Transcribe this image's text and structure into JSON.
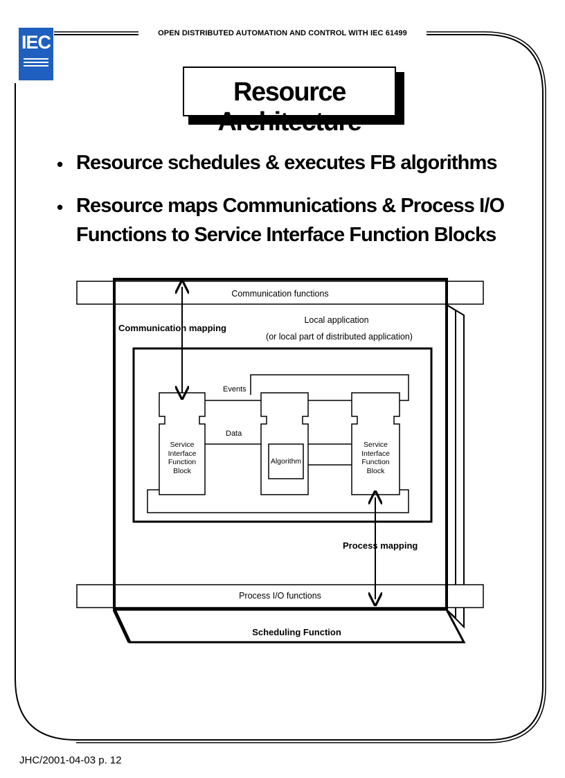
{
  "header": {
    "logo_text": "IEC",
    "title": "OPEN DISTRIBUTED AUTOMATION AND CONTROL WITH IEC 61499"
  },
  "slide": {
    "title": "Resource Architecture",
    "bullets": [
      {
        "marker": "•",
        "lines": [
          "Resource schedules & executes FB algorithms"
        ]
      },
      {
        "marker": "•",
        "lines": [
          "Resource maps Communications & Process I/O",
          "Functions to Service Interface Function Blocks"
        ]
      }
    ]
  },
  "diagram": {
    "communication_functions": "Communication  functions",
    "communication_mapping": "Communication  mapping",
    "local_application": "Local application",
    "local_application_sub": "(or local part of distributed application)",
    "events": "Events",
    "data": "Data",
    "sifb_left": [
      "Service",
      "Interface",
      "Function",
      "Block"
    ],
    "algorithm": "Algorithm",
    "sifb_right": [
      "Service",
      "Interface",
      "Function",
      "Block"
    ],
    "process_mapping": "Process  mapping",
    "process_io_functions": "Process I/O functions",
    "scheduling_function": "Scheduling Function"
  },
  "footer": {
    "text": "JHC/2001-04-03 p. 12"
  }
}
